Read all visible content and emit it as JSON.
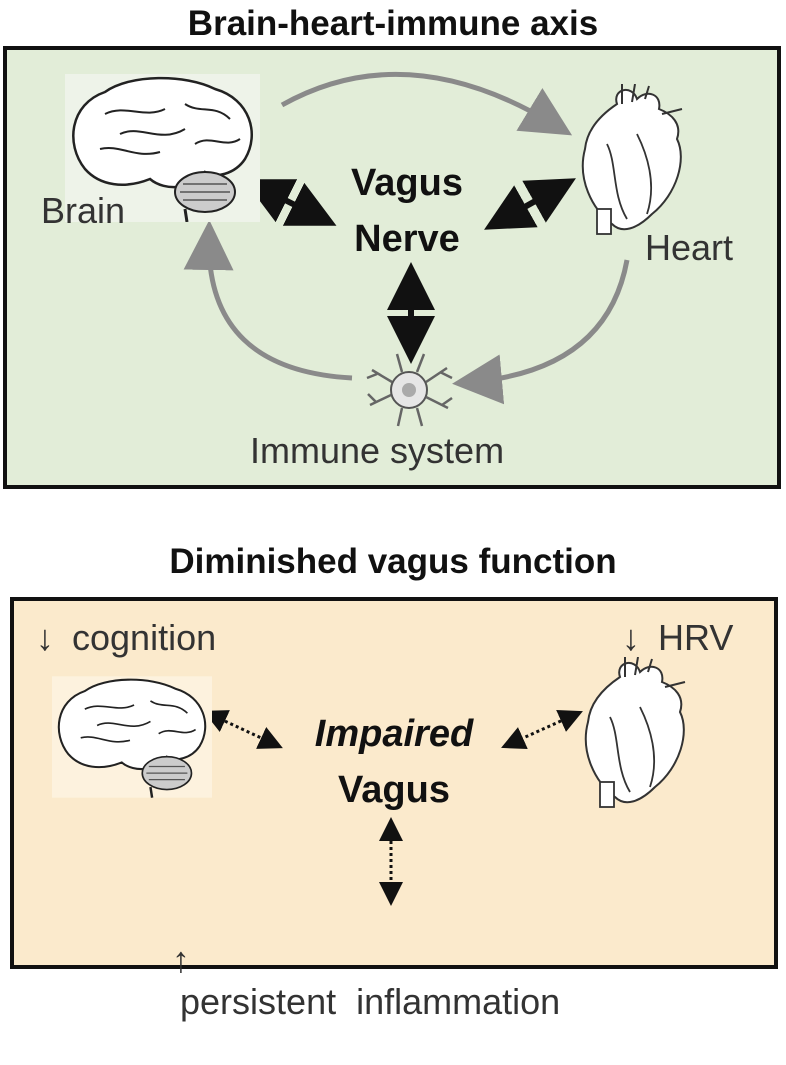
{
  "top_panel": {
    "title": "Brain-heart-immune axis",
    "brain_label": "Brain",
    "heart_label": "Heart",
    "immune_label": "Immune system",
    "center_line1": "Vagus",
    "center_line2": "Nerve",
    "background": "#e2edd8"
  },
  "bottom_panel": {
    "title": "Diminished vagus function",
    "cognition_label": "cognition",
    "cognition_arrow": "↓",
    "hrv_label": "HRV",
    "hrv_arrow": "↓",
    "inflammation_label": "persistent  inflammation",
    "inflammation_arrow": "↑",
    "center_line1": "Impaired",
    "center_line2": "Vagus",
    "background": "#fbeacc"
  },
  "icons": [
    "brain-icon",
    "heart-icon",
    "immune-cell-icon"
  ]
}
